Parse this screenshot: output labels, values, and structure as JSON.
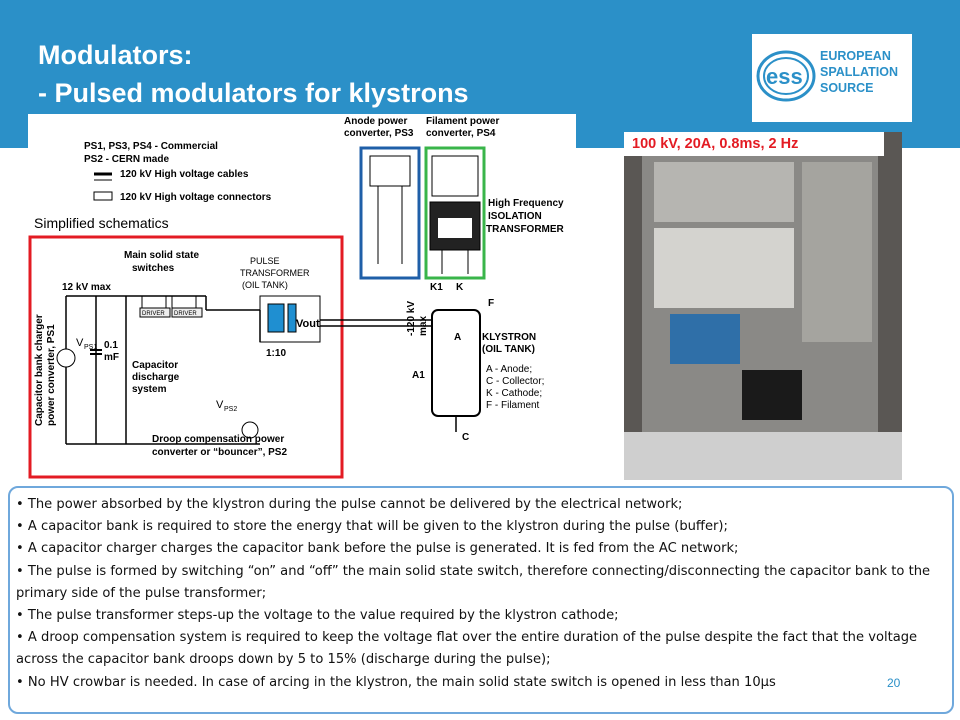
{
  "slide": {
    "title_line1": "Modulators:",
    "title_line2": "- Pulsed modulators for klystrons",
    "page_number": "20"
  },
  "logo": {
    "mark": "ess",
    "line1": "EUROPEAN",
    "line2": "SPALLATION",
    "line3": "SOURCE"
  },
  "schematic": {
    "legend_line1": "PS1, PS3, PS4 - Commercial",
    "legend_line2": "PS2 - CERN made",
    "legend_cables": "120 kV High voltage cables",
    "legend_connectors": "120 kV High voltage connectors",
    "simplified": "Simplified schematics",
    "anode_ps": "Anode power",
    "anode_ps2": "converter, PS3",
    "filament_ps": "Filament power",
    "filament_ps2": "converter, PS4",
    "hf_iso1": "High Frequency",
    "hf_iso2": "ISOLATION",
    "hf_iso3": "TRANSFORMER",
    "main_switches1": "Main solid state",
    "main_switches2": "switches",
    "pulse_tr1": "PULSE",
    "pulse_tr2": "TRANSFORMER",
    "pulse_tr3": "(OIL TANK)",
    "kv12": "12 kV max",
    "cap_charger1": "Capacitor bank charger",
    "cap_charger2": "power converter, PS1",
    "vps1": "V",
    "vps1_sub": "PS1",
    "cap_val": "0.1",
    "cap_unit": "mF",
    "cap_discharge1": "Capacitor",
    "cap_discharge2": "discharge",
    "cap_discharge3": "system",
    "driver": "DRIVER",
    "vout": "Vout",
    "ratio": "1:10",
    "vps2": "V",
    "vps2_sub": "PS2",
    "droop1": "Droop compensation power",
    "droop2": "converter or “bouncer”, PS2",
    "kv120": "-120 kV",
    "max": "max",
    "k1": "K1",
    "k": "K",
    "f": "F",
    "a": "A",
    "a1": "A1",
    "c": "C",
    "klystron1": "KLYSTRON",
    "klystron2": "(OIL TANK)",
    "leg_a": "A - Anode;",
    "leg_c": "C - Collector;",
    "leg_k": "K - Cathode;",
    "leg_f": "F - Filament"
  },
  "photo": {
    "spec": "100 kV, 20A, 0.8ms, 2 Hz"
  },
  "notes": [
    "The power absorbed by the klystron during the pulse cannot be delivered by the electrical network;",
    "A capacitor bank is required to store the energy that will be given to the klystron during the pulse (buffer);",
    "A capacitor charger charges the capacitor bank before the pulse is generated. It is fed from the AC network;",
    "The pulse is formed by switching “on” and “off” the main solid state switch, therefore connecting/disconnecting the capacitor bank to the primary side of the pulse transformer;",
    "The pulse transformer steps-up the voltage to the value required by the klystron cathode;",
    "A droop compensation system is required to keep the voltage flat over the entire duration of the pulse despite the fact that the voltage across the capacitor bank droops down by 5 to 15% (discharge during the pulse);",
    "No HV crowbar is needed. In case of arcing in the klystron, the main solid state switch is opened in less than 10µs"
  ],
  "colors": {
    "header": "#2b90c8",
    "red_box": "#e31b23",
    "blue_box": "#1f5fa8",
    "green_box": "#39b54a",
    "notes_border": "#6fa8dc"
  }
}
